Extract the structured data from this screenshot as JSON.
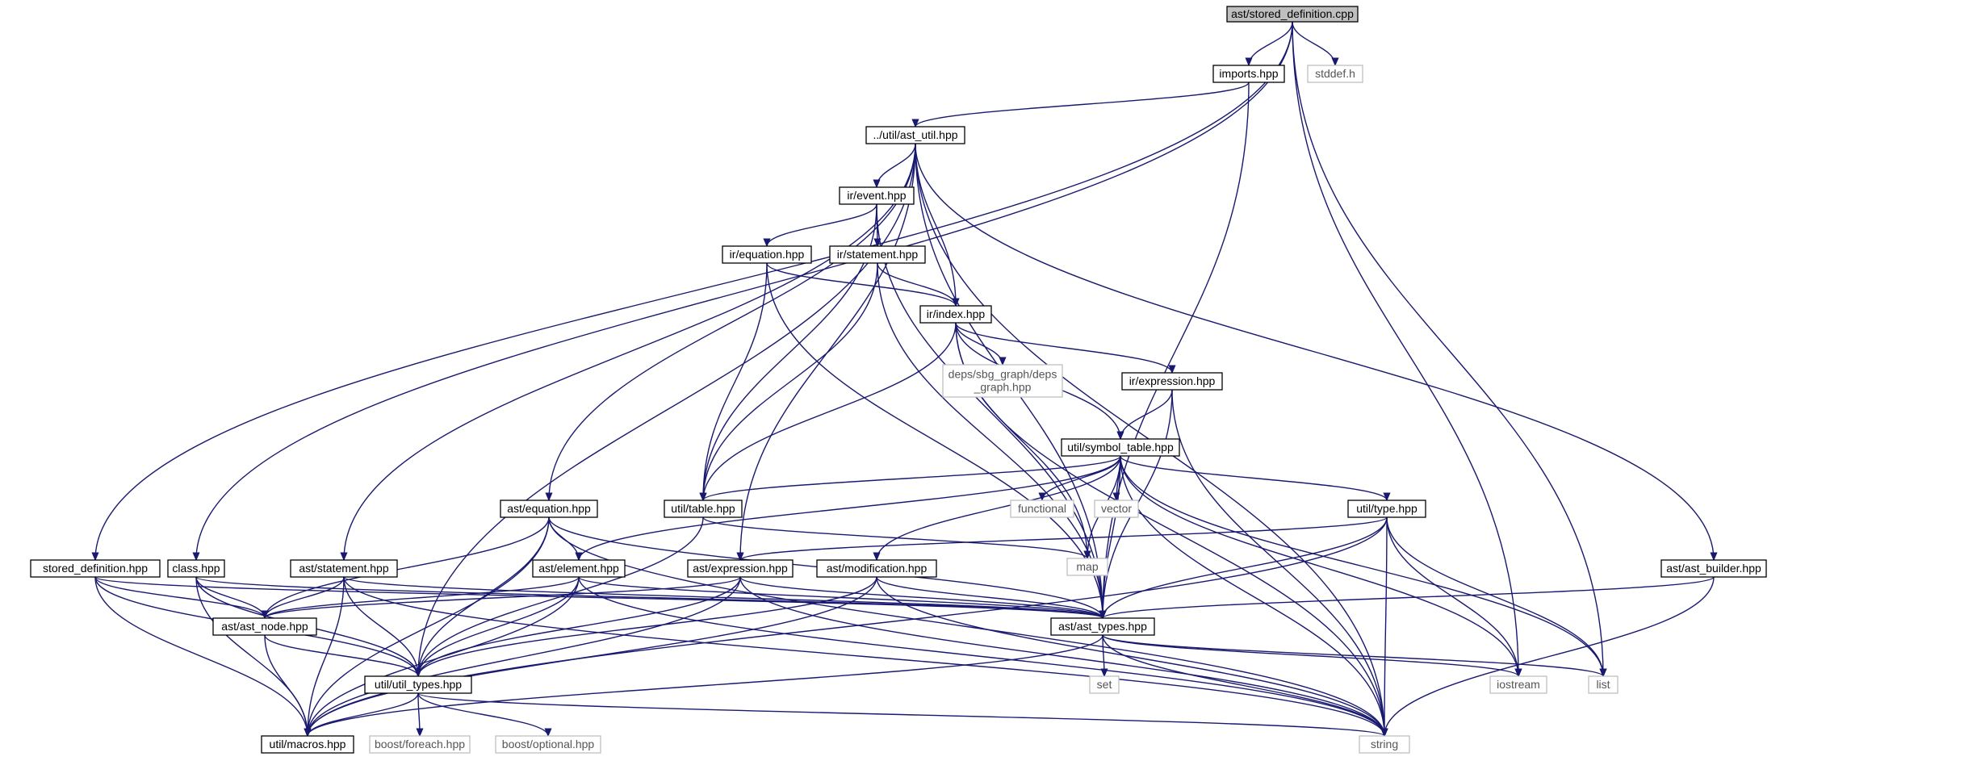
{
  "nodes": [
    {
      "id": "stored_definition_cpp",
      "label": "ast/stored_definition.cpp",
      "kind": "root"
    },
    {
      "id": "imports_hpp",
      "label": "imports.hpp",
      "kind": "internal"
    },
    {
      "id": "stddef_h",
      "label": "stddef.h",
      "kind": "external"
    },
    {
      "id": "ast_util_hpp",
      "label": "../util/ast_util.hpp",
      "kind": "internal"
    },
    {
      "id": "ir_event_hpp",
      "label": "ir/event.hpp",
      "kind": "internal"
    },
    {
      "id": "ir_equation_hpp",
      "label": "ir/equation.hpp",
      "kind": "internal"
    },
    {
      "id": "ir_statement_hpp",
      "label": "ir/statement.hpp",
      "kind": "internal"
    },
    {
      "id": "ir_index_hpp",
      "label": "ir/index.hpp",
      "kind": "internal"
    },
    {
      "id": "deps_graph_hpp",
      "label": "deps/sbg_graph/deps\n_graph.hpp",
      "kind": "external"
    },
    {
      "id": "ir_expression_hpp",
      "label": "ir/expression.hpp",
      "kind": "internal"
    },
    {
      "id": "util_symbol_table_hpp",
      "label": "util/symbol_table.hpp",
      "kind": "internal"
    },
    {
      "id": "functional",
      "label": "functional",
      "kind": "external"
    },
    {
      "id": "vector",
      "label": "vector",
      "kind": "external"
    },
    {
      "id": "util_type_hpp",
      "label": "util/type.hpp",
      "kind": "internal"
    },
    {
      "id": "util_table_hpp",
      "label": "util/table.hpp",
      "kind": "internal"
    },
    {
      "id": "ast_equation_hpp",
      "label": "ast/equation.hpp",
      "kind": "internal"
    },
    {
      "id": "map",
      "label": "map",
      "kind": "external"
    },
    {
      "id": "stored_definition_hpp",
      "label": "stored_definition.hpp",
      "kind": "internal"
    },
    {
      "id": "class_hpp",
      "label": "class.hpp",
      "kind": "internal"
    },
    {
      "id": "ast_statement_hpp",
      "label": "ast/statement.hpp",
      "kind": "internal"
    },
    {
      "id": "ast_element_hpp",
      "label": "ast/element.hpp",
      "kind": "internal"
    },
    {
      "id": "ast_expression_hpp",
      "label": "ast/expression.hpp",
      "kind": "internal"
    },
    {
      "id": "ast_modification_hpp",
      "label": "ast/modification.hpp",
      "kind": "internal"
    },
    {
      "id": "ast_ast_builder_hpp",
      "label": "ast/ast_builder.hpp",
      "kind": "internal"
    },
    {
      "id": "ast_ast_node_hpp",
      "label": "ast/ast_node.hpp",
      "kind": "internal"
    },
    {
      "id": "ast_ast_types_hpp",
      "label": "ast/ast_types.hpp",
      "kind": "internal"
    },
    {
      "id": "set",
      "label": "set",
      "kind": "external"
    },
    {
      "id": "util_util_types_hpp",
      "label": "util/util_types.hpp",
      "kind": "internal"
    },
    {
      "id": "iostream",
      "label": "iostream",
      "kind": "external"
    },
    {
      "id": "list",
      "label": "list",
      "kind": "external"
    },
    {
      "id": "util_macros_hpp",
      "label": "util/macros.hpp",
      "kind": "internal"
    },
    {
      "id": "boost_foreach_hpp",
      "label": "boost/foreach.hpp",
      "kind": "external"
    },
    {
      "id": "boost_optional_hpp",
      "label": "boost/optional.hpp",
      "kind": "external"
    },
    {
      "id": "string",
      "label": "string",
      "kind": "external"
    }
  ],
  "edges": [
    {
      "from": "stored_definition_cpp",
      "to": "imports_hpp"
    },
    {
      "from": "stored_definition_cpp",
      "to": "stddef_h"
    },
    {
      "from": "stored_definition_cpp",
      "to": "stored_definition_hpp"
    },
    {
      "from": "stored_definition_cpp",
      "to": "class_hpp"
    },
    {
      "from": "stored_definition_cpp",
      "to": "iostream"
    },
    {
      "from": "stored_definition_cpp",
      "to": "list"
    },
    {
      "from": "imports_hpp",
      "to": "ast_util_hpp"
    },
    {
      "from": "imports_hpp",
      "to": "ast_ast_types_hpp"
    },
    {
      "from": "ast_util_hpp",
      "to": "ir_event_hpp"
    },
    {
      "from": "ast_util_hpp",
      "to": "ir_index_hpp"
    },
    {
      "from": "ast_util_hpp",
      "to": "ast_equation_hpp"
    },
    {
      "from": "ast_util_hpp",
      "to": "ast_statement_hpp"
    },
    {
      "from": "ast_util_hpp",
      "to": "ast_expression_hpp"
    },
    {
      "from": "ast_util_hpp",
      "to": "util_util_types_hpp"
    },
    {
      "from": "ast_util_hpp",
      "to": "ast_ast_types_hpp"
    },
    {
      "from": "ast_util_hpp",
      "to": "ast_ast_builder_hpp"
    },
    {
      "from": "ast_util_hpp",
      "to": "string"
    },
    {
      "from": "ir_event_hpp",
      "to": "ir_equation_hpp"
    },
    {
      "from": "ir_event_hpp",
      "to": "ir_statement_hpp"
    },
    {
      "from": "ir_event_hpp",
      "to": "util_table_hpp"
    },
    {
      "from": "ir_event_hpp",
      "to": "ast_ast_types_hpp"
    },
    {
      "from": "ir_equation_hpp",
      "to": "ir_index_hpp"
    },
    {
      "from": "ir_equation_hpp",
      "to": "util_table_hpp"
    },
    {
      "from": "ir_equation_hpp",
      "to": "ast_ast_types_hpp"
    },
    {
      "from": "ir_statement_hpp",
      "to": "ir_index_hpp"
    },
    {
      "from": "ir_statement_hpp",
      "to": "util_table_hpp"
    },
    {
      "from": "ir_statement_hpp",
      "to": "ast_ast_types_hpp"
    },
    {
      "from": "ir_index_hpp",
      "to": "deps_graph_hpp"
    },
    {
      "from": "ir_index_hpp",
      "to": "ir_expression_hpp"
    },
    {
      "from": "ir_index_hpp",
      "to": "util_symbol_table_hpp"
    },
    {
      "from": "ir_index_hpp",
      "to": "util_table_hpp"
    },
    {
      "from": "ir_index_hpp",
      "to": "map"
    },
    {
      "from": "ir_index_hpp",
      "to": "string"
    },
    {
      "from": "ir_expression_hpp",
      "to": "util_symbol_table_hpp"
    },
    {
      "from": "ir_expression_hpp",
      "to": "ast_ast_types_hpp"
    },
    {
      "from": "ir_expression_hpp",
      "to": "string"
    },
    {
      "from": "util_symbol_table_hpp",
      "to": "util_table_hpp"
    },
    {
      "from": "util_symbol_table_hpp",
      "to": "functional"
    },
    {
      "from": "util_symbol_table_hpp",
      "to": "vector"
    },
    {
      "from": "util_symbol_table_hpp",
      "to": "util_type_hpp"
    },
    {
      "from": "util_symbol_table_hpp",
      "to": "map"
    },
    {
      "from": "util_symbol_table_hpp",
      "to": "ast_element_hpp"
    },
    {
      "from": "util_symbol_table_hpp",
      "to": "ast_modification_hpp"
    },
    {
      "from": "util_symbol_table_hpp",
      "to": "ast_ast_types_hpp"
    },
    {
      "from": "util_symbol_table_hpp",
      "to": "iostream"
    },
    {
      "from": "util_symbol_table_hpp",
      "to": "list"
    },
    {
      "from": "util_symbol_table_hpp",
      "to": "string"
    },
    {
      "from": "util_table_hpp",
      "to": "map"
    },
    {
      "from": "util_table_hpp",
      "to": "util_util_types_hpp"
    },
    {
      "from": "util_type_hpp",
      "to": "ast_expression_hpp"
    },
    {
      "from": "util_type_hpp",
      "to": "ast_ast_types_hpp"
    },
    {
      "from": "util_type_hpp",
      "to": "util_macros_hpp"
    },
    {
      "from": "util_type_hpp",
      "to": "iostream"
    },
    {
      "from": "util_type_hpp",
      "to": "list"
    },
    {
      "from": "util_type_hpp",
      "to": "string"
    },
    {
      "from": "ast_equation_hpp",
      "to": "ast_element_hpp"
    },
    {
      "from": "ast_equation_hpp",
      "to": "ast_ast_node_hpp"
    },
    {
      "from": "ast_equation_hpp",
      "to": "util_util_types_hpp"
    },
    {
      "from": "ast_equation_hpp",
      "to": "ast_ast_types_hpp"
    },
    {
      "from": "ast_equation_hpp",
      "to": "util_macros_hpp"
    },
    {
      "from": "ast_equation_hpp",
      "to": "string"
    },
    {
      "from": "stored_definition_hpp",
      "to": "ast_ast_node_hpp"
    },
    {
      "from": "stored_definition_hpp",
      "to": "util_util_types_hpp"
    },
    {
      "from": "stored_definition_hpp",
      "to": "util_macros_hpp"
    },
    {
      "from": "stored_definition_hpp",
      "to": "ast_ast_types_hpp"
    },
    {
      "from": "class_hpp",
      "to": "ast_ast_node_hpp"
    },
    {
      "from": "class_hpp",
      "to": "util_util_types_hpp"
    },
    {
      "from": "class_hpp",
      "to": "util_macros_hpp"
    },
    {
      "from": "class_hpp",
      "to": "ast_ast_types_hpp"
    },
    {
      "from": "ast_statement_hpp",
      "to": "ast_ast_node_hpp"
    },
    {
      "from": "ast_statement_hpp",
      "to": "util_util_types_hpp"
    },
    {
      "from": "ast_statement_hpp",
      "to": "util_macros_hpp"
    },
    {
      "from": "ast_statement_hpp",
      "to": "ast_ast_types_hpp"
    },
    {
      "from": "ast_statement_hpp",
      "to": "string"
    },
    {
      "from": "ast_element_hpp",
      "to": "ast_ast_node_hpp"
    },
    {
      "from": "ast_element_hpp",
      "to": "util_util_types_hpp"
    },
    {
      "from": "ast_element_hpp",
      "to": "util_macros_hpp"
    },
    {
      "from": "ast_element_hpp",
      "to": "ast_ast_types_hpp"
    },
    {
      "from": "ast_element_hpp",
      "to": "string"
    },
    {
      "from": "ast_expression_hpp",
      "to": "ast_ast_node_hpp"
    },
    {
      "from": "ast_expression_hpp",
      "to": "util_util_types_hpp"
    },
    {
      "from": "ast_expression_hpp",
      "to": "util_macros_hpp"
    },
    {
      "from": "ast_expression_hpp",
      "to": "ast_ast_types_hpp"
    },
    {
      "from": "ast_expression_hpp",
      "to": "string"
    },
    {
      "from": "ast_modification_hpp",
      "to": "util_util_types_hpp"
    },
    {
      "from": "ast_modification_hpp",
      "to": "util_macros_hpp"
    },
    {
      "from": "ast_modification_hpp",
      "to": "ast_ast_types_hpp"
    },
    {
      "from": "ast_modification_hpp",
      "to": "string"
    },
    {
      "from": "ast_ast_builder_hpp",
      "to": "ast_ast_types_hpp"
    },
    {
      "from": "ast_ast_builder_hpp",
      "to": "string"
    },
    {
      "from": "ast_ast_node_hpp",
      "to": "util_util_types_hpp"
    },
    {
      "from": "ast_ast_node_hpp",
      "to": "util_macros_hpp"
    },
    {
      "from": "ast_ast_types_hpp",
      "to": "set"
    },
    {
      "from": "ast_ast_types_hpp",
      "to": "util_macros_hpp"
    },
    {
      "from": "ast_ast_types_hpp",
      "to": "iostream"
    },
    {
      "from": "ast_ast_types_hpp",
      "to": "list"
    },
    {
      "from": "ast_ast_types_hpp",
      "to": "string"
    },
    {
      "from": "util_util_types_hpp",
      "to": "util_macros_hpp"
    },
    {
      "from": "util_util_types_hpp",
      "to": "boost_foreach_hpp"
    },
    {
      "from": "util_util_types_hpp",
      "to": "boost_optional_hpp"
    },
    {
      "from": "util_util_types_hpp",
      "to": "string"
    }
  ]
}
